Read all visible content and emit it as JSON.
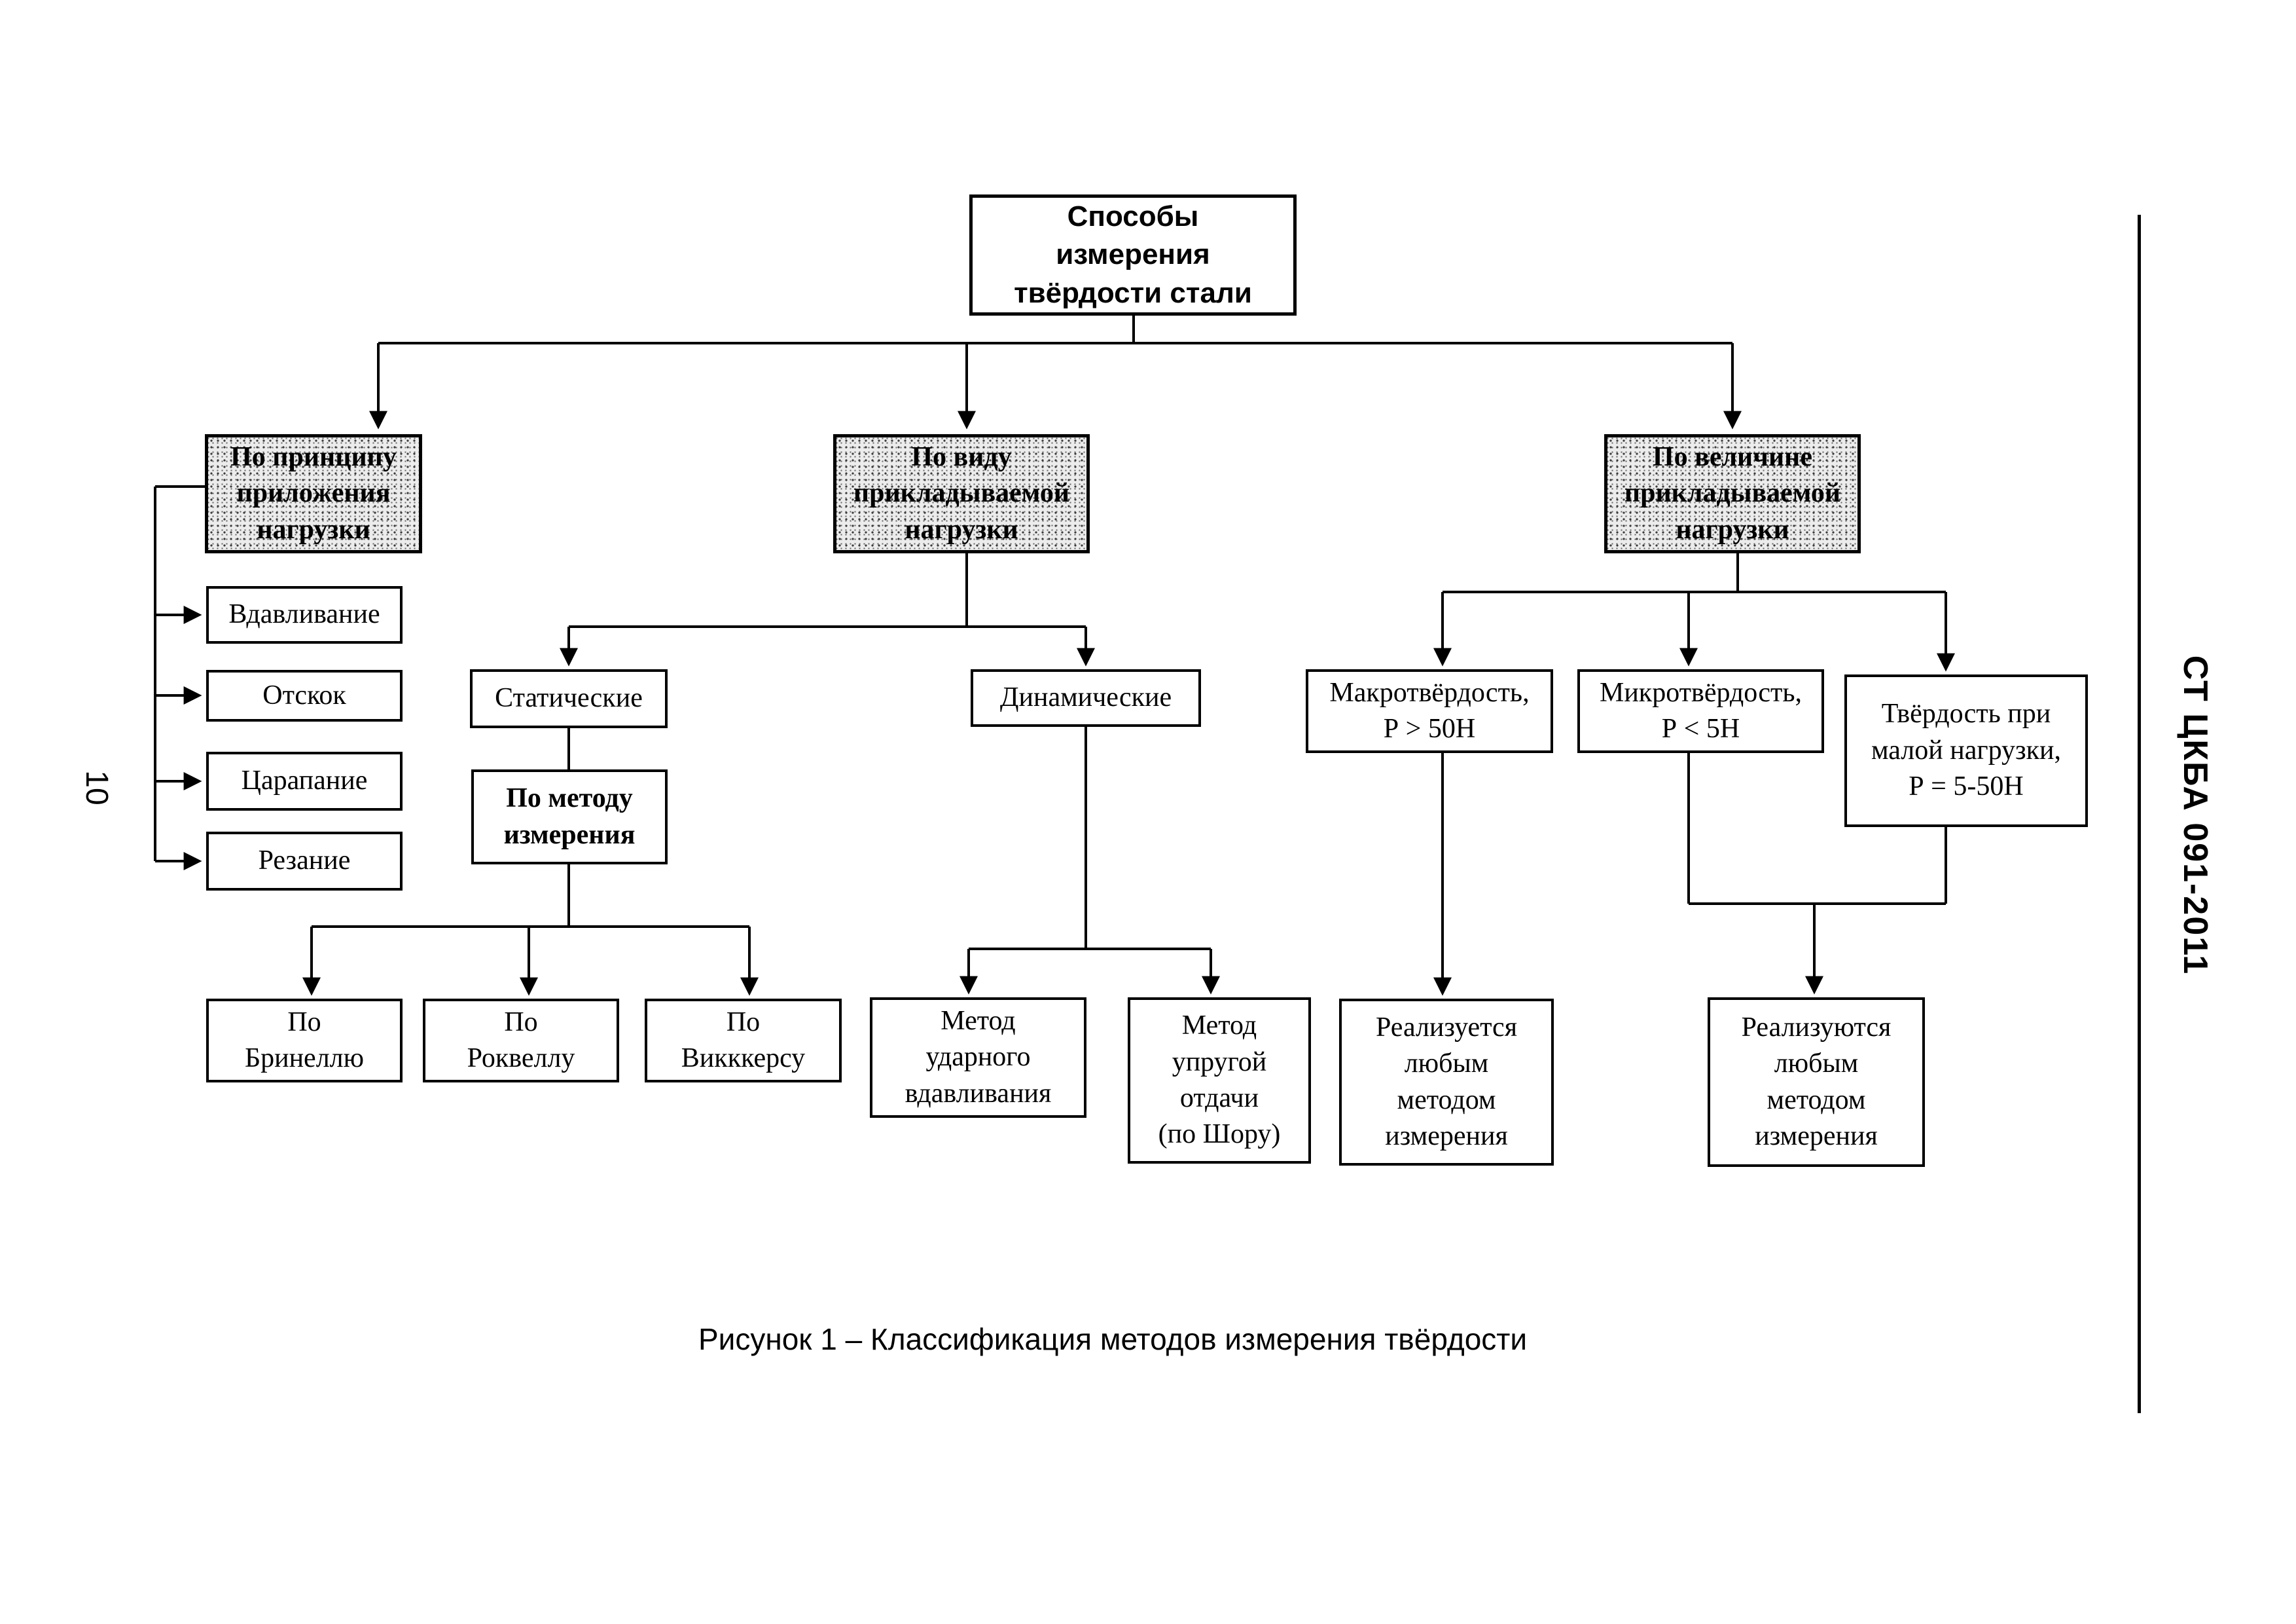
{
  "page": {
    "number": "10",
    "side_label": "СТ  ЦКБА 091-2011",
    "caption": "Рисунок 1 – Классификация методов измерения твёрдости"
  },
  "nodes": {
    "root": {
      "label": [
        "Способы",
        "измерения",
        "твёрдости стали"
      ]
    },
    "by_principle": {
      "label": [
        "По принципу",
        "приложения",
        "нагрузки"
      ]
    },
    "indentation": {
      "label": [
        "Вдавливание"
      ]
    },
    "rebound": {
      "label": [
        "Отскок"
      ]
    },
    "scratching": {
      "label": [
        "Царапание"
      ]
    },
    "cutting": {
      "label": [
        "Резание"
      ]
    },
    "by_load_type": {
      "label": [
        "По виду",
        "прикладываемой",
        "нагрузки"
      ]
    },
    "static": {
      "label": [
        "Статические"
      ]
    },
    "by_method": {
      "label": [
        "По методу",
        "измерения"
      ]
    },
    "brinell": {
      "label": [
        "По",
        "Бринеллю"
      ]
    },
    "rockwell": {
      "label": [
        "По",
        "Роквеллу"
      ]
    },
    "vickers": {
      "label": [
        "По",
        "Викккерсу"
      ]
    },
    "dynamic": {
      "label": [
        "Динамические"
      ]
    },
    "impact_indent": {
      "label": [
        "Метод",
        "ударного",
        "вдавливания"
      ]
    },
    "elastic_shore": {
      "label": [
        "Метод",
        "упругой",
        "отдачи",
        "(по Шору)"
      ]
    },
    "by_magnitude": {
      "label": [
        "По величине",
        "прикладываемой",
        "нагрузки"
      ]
    },
    "macro": {
      "label": [
        "Макротвёрдость,",
        "Р > 50Н"
      ]
    },
    "micro": {
      "label": [
        "Микротвёрдость,",
        "Р < 5Н"
      ]
    },
    "low_load": {
      "label": [
        "Твёрдость при",
        "малой нагрузки,",
        "Р = 5-50Н"
      ]
    },
    "any_method_1": {
      "label": [
        "Реализуется",
        "любым",
        "методом",
        "измерения"
      ]
    },
    "any_method_2": {
      "label": [
        "Реализуются",
        "любым",
        "методом",
        "измерения"
      ]
    }
  }
}
